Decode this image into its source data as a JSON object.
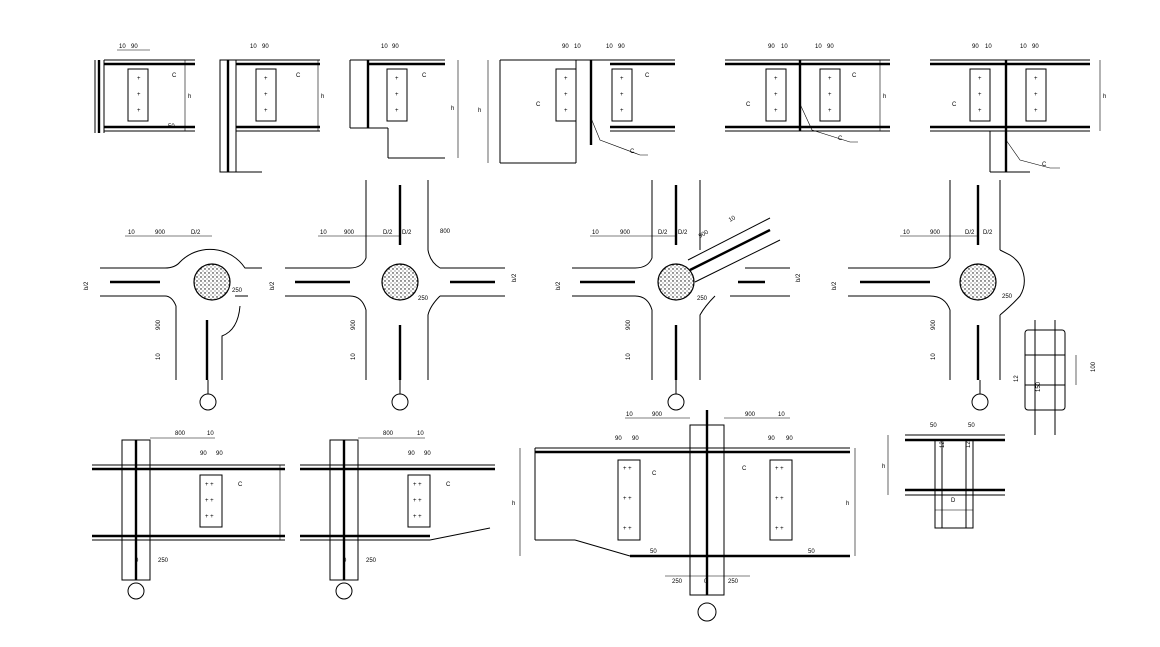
{
  "labels": {
    "d10": "10",
    "d90": "90",
    "d900": "900",
    "d800": "800",
    "d250": "250",
    "d50": "50",
    "d100": "100",
    "d12": "12",
    "d0": "0",
    "d150": "150",
    "h": "h",
    "dhalf": "D/2",
    "bhalf": "b/2",
    "weld": "C",
    "D": "D"
  }
}
